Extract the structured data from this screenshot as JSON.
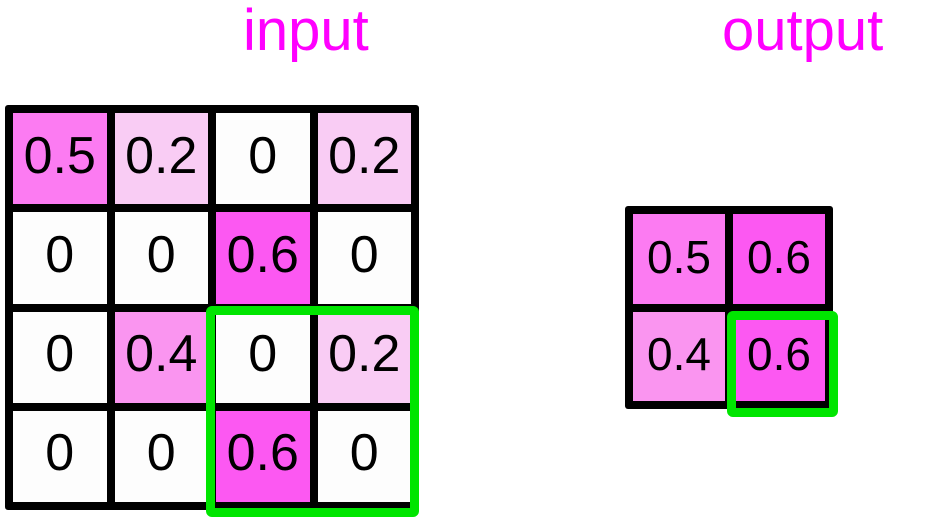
{
  "headings": {
    "input": "input",
    "output": "output"
  },
  "colors": {
    "label_magenta": "#ff00ff",
    "highlight_green": "#00e500",
    "grid_border": "#000000",
    "value_0": "#ffffff",
    "value_0_2": "#f9ccf4",
    "value_0_4": "#fa95f0",
    "value_0_5": "#fc7bf2",
    "value_0_6": "#fc58f2",
    "text": "#000000"
  },
  "chart_data": {
    "type": "heatmap",
    "title": "",
    "panels": [
      {
        "name": "input",
        "label": "input",
        "rows": 4,
        "cols": 4,
        "values": [
          [
            0.5,
            0.2,
            0.0,
            0.2
          ],
          [
            0.0,
            0.0,
            0.6,
            0.0
          ],
          [
            0.0,
            0.4,
            0.0,
            0.2
          ],
          [
            0.0,
            0.0,
            0.6,
            0.0
          ]
        ],
        "highlight_window": {
          "row_start": 2,
          "row_end": 3,
          "col_start": 2,
          "col_end": 3
        }
      },
      {
        "name": "output",
        "label": "output",
        "rows": 2,
        "cols": 2,
        "values": [
          [
            0.5,
            0.6
          ],
          [
            0.4,
            0.6
          ]
        ],
        "highlight_window": {
          "row_start": 1,
          "row_end": 1,
          "col_start": 1,
          "col_end": 1
        }
      }
    ],
    "colorscale": [
      {
        "value": 0.0,
        "color": "#ffffff"
      },
      {
        "value": 0.2,
        "color": "#f9ccf4"
      },
      {
        "value": 0.4,
        "color": "#fa95f0"
      },
      {
        "value": 0.5,
        "color": "#fc7bf2"
      },
      {
        "value": 0.6,
        "color": "#fc58f2"
      }
    ],
    "grid": true,
    "legend": "none",
    "xlabel": "",
    "ylabel": ""
  },
  "input_grid": {
    "cells": [
      {
        "text": "0.5",
        "color": "#fc7bf2"
      },
      {
        "text": "0.2",
        "color": "#f9ccf4"
      },
      {
        "text": "0",
        "color": "#fdfdfd"
      },
      {
        "text": "0.2",
        "color": "#f9ccf4"
      },
      {
        "text": "0",
        "color": "#fdfdfd"
      },
      {
        "text": "0",
        "color": "#fdfdfd"
      },
      {
        "text": "0.6",
        "color": "#fc58f2"
      },
      {
        "text": "0",
        "color": "#fdfdfd"
      },
      {
        "text": "0",
        "color": "#fdfdfd"
      },
      {
        "text": "0.4",
        "color": "#fa95f0"
      },
      {
        "text": "0",
        "color": "#fdfdfd"
      },
      {
        "text": "0.2",
        "color": "#f9ccf4"
      },
      {
        "text": "0",
        "color": "#fdfdfd"
      },
      {
        "text": "0",
        "color": "#fdfdfd"
      },
      {
        "text": "0.6",
        "color": "#fc58f2"
      },
      {
        "text": "0",
        "color": "#fdfdfd"
      }
    ]
  },
  "output_grid": {
    "cells": [
      {
        "text": "0.5",
        "color": "#fc7bf2"
      },
      {
        "text": "0.6",
        "color": "#fc58f2"
      },
      {
        "text": "0.4",
        "color": "#fa95f0"
      },
      {
        "text": "0.6",
        "color": "#fc58f2"
      }
    ]
  }
}
